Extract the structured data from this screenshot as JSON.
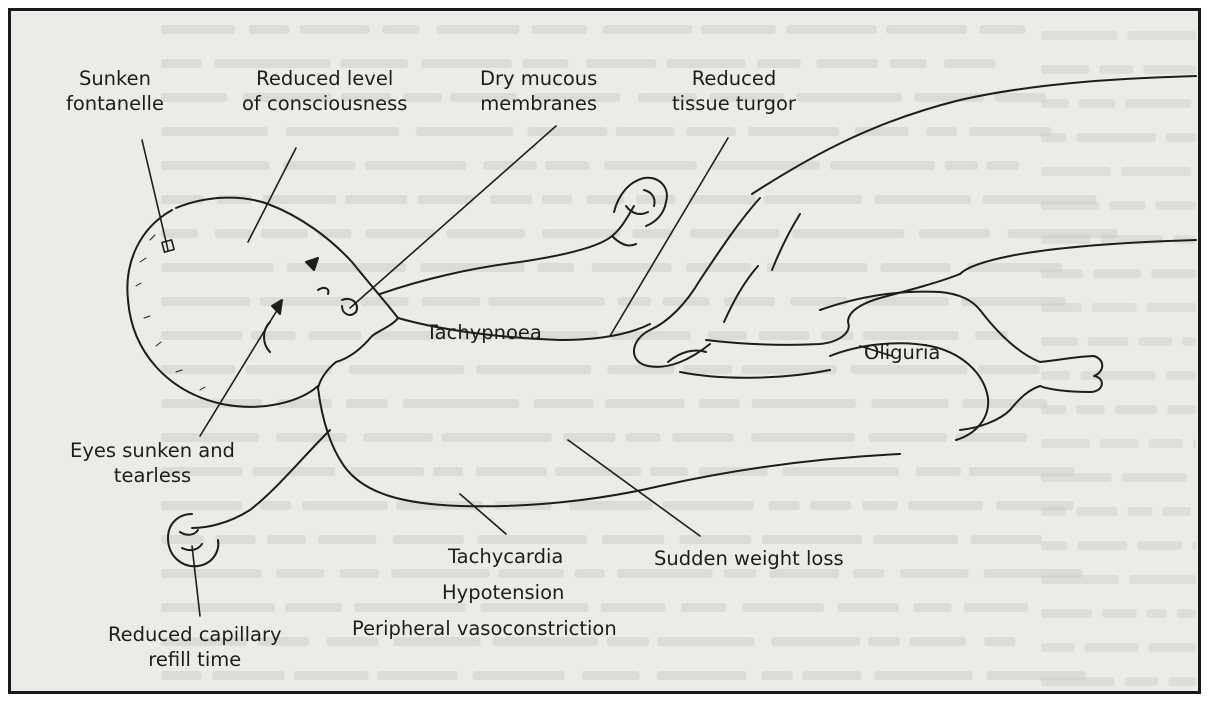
{
  "labels": {
    "sunken_fontanelle": [
      "Sunken",
      "fontanelle"
    ],
    "reduced_consciousness": [
      "Reduced level",
      "of consciousness"
    ],
    "dry_mucous": [
      "Dry mucous",
      "membranes"
    ],
    "tissue_turgor": [
      "Reduced",
      "tissue turgor"
    ],
    "tachypnoea": "Tachypnoea",
    "oliguria": "Oliguria",
    "eyes_sunken": [
      "Eyes sunken and",
      "tearless"
    ],
    "tachycardia": "Tachycardia",
    "hypotension": "Hypotension",
    "vasoconstriction": "Peripheral vasoconstriction",
    "weight_loss": "Sudden weight loss",
    "capillary_refill": [
      "Reduced capillary",
      "refill time"
    ]
  },
  "colors": {
    "paper": "#ecebe8",
    "ink": "#1d1d1d",
    "bleed_text": "#cfcdc8",
    "frame": "#1a1a1a"
  }
}
